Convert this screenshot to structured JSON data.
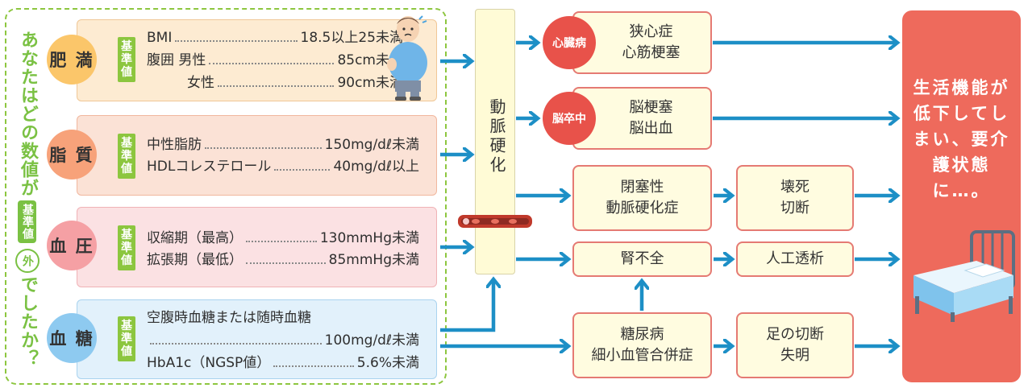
{
  "question": {
    "prefix": "あなたはどの数値が",
    "badge": "基準値",
    "circle": "外",
    "suffix": "でしたか？"
  },
  "categories": [
    {
      "name": "肥 満",
      "badge": "基準値",
      "lines": [
        {
          "label": "BMI",
          "value": "18.5以上25未満"
        },
        {
          "label": "腹囲 男性",
          "value": "85cm未満"
        },
        {
          "label": "女性",
          "value": "90cm未満"
        }
      ]
    },
    {
      "name": "脂 質",
      "badge": "基準値",
      "lines": [
        {
          "label": "中性脂肪",
          "value": "150mg/dℓ未満"
        },
        {
          "label": "HDLコレステロール",
          "value": "40mg/dℓ以上"
        }
      ]
    },
    {
      "name": "血 圧",
      "badge": "基準値",
      "lines": [
        {
          "label": "収縮期（最高）",
          "value": "130mmHg未満"
        },
        {
          "label": "拡張期（最低）",
          "value": "85mmHg未満"
        }
      ]
    },
    {
      "name": "血 糖",
      "badge": "基準値",
      "lines": [
        {
          "label": "空腹時血糖または随時血糖",
          "value": ""
        },
        {
          "label": "",
          "value": "100mg/dℓ未満"
        },
        {
          "label": "HbA1c（NGSP値）",
          "value": "5.6%未満"
        }
      ]
    }
  ],
  "artery": "動脈硬化",
  "tags": {
    "heart": "心臓病",
    "brain": "脳卒中"
  },
  "boxes": {
    "heart": [
      "狭心症",
      "心筋梗塞"
    ],
    "brain": [
      "脳梗塞",
      "脳出血"
    ],
    "pad": [
      "閉塞性",
      "動脈硬化症"
    ],
    "necrosis": [
      "壊死",
      "切断"
    ],
    "kidney": "腎不全",
    "dialysis": "人工透析",
    "diabetes": [
      "糖尿病",
      "細小血管合併症"
    ],
    "foot": [
      "足の切断",
      "失明"
    ]
  },
  "outcome": [
    "生活機能が",
    "低下してし",
    "まい、要介",
    "護状態に…。"
  ],
  "colors": {
    "obesity": "#fdebd2",
    "lipid": "#fbe2d6",
    "bp": "#fbe1e3",
    "glucose": "#e2f1fb",
    "accent_green": "#7ac143",
    "arrow_blue": "#1d8fc6",
    "outcome_red": "#ee6a5c"
  }
}
